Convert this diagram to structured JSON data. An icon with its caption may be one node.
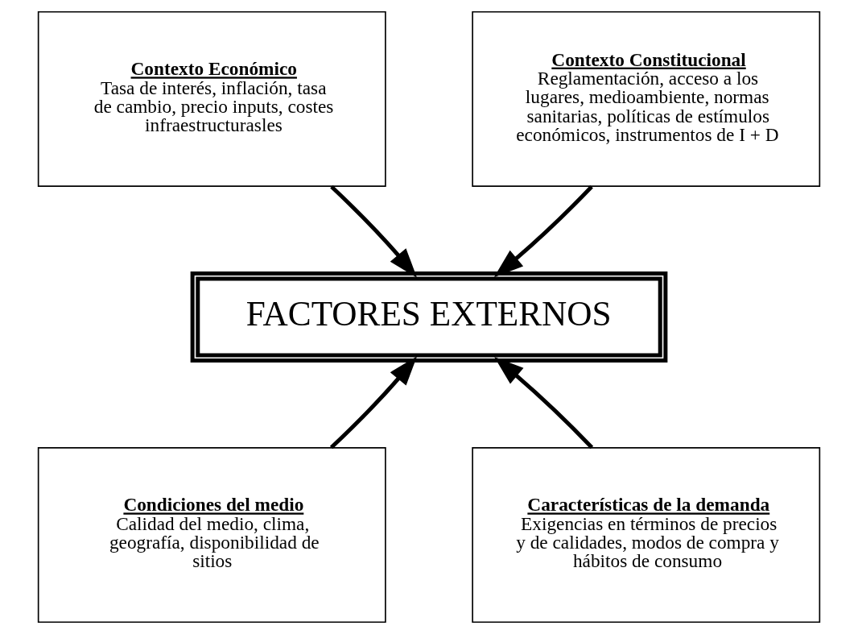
{
  "diagram": {
    "nodes": [
      {
        "text": [
          "Contexto Económico",
          "Tasa de interés, inflación, tasa de cambio, precio inputs, costes infraestructurasles"
        ]
      },
      {
        "text": [
          "Contexto Constitucional",
          "Reglamentación, acceso a los lugares, medioambiente, normas sanitarias, políticas de estímulos económicos, instrumentos de I + D"
        ]
      },
      {
        "text": [
          "FACTORES EXTERNOS"
        ]
      },
      {
        "text": [
          "Condiciones del medio",
          "Calidad del medio, clima, geografía, disponibilidad de sitios"
        ]
      },
      {
        "text": [
          "Características de la demanda",
          "Exigencias en términos de precios y de calidades, modos de compra y hábitos de consumo"
        ]
      }
    ],
    "edges": [
      {
        "from": 0,
        "to": 2,
        "arrow": "to"
      },
      {
        "from": 1,
        "to": 2,
        "arrow": "to"
      },
      {
        "from": 3,
        "to": 2,
        "arrow": "to"
      },
      {
        "from": 4,
        "to": 2,
        "arrow": "to"
      }
    ]
  }
}
